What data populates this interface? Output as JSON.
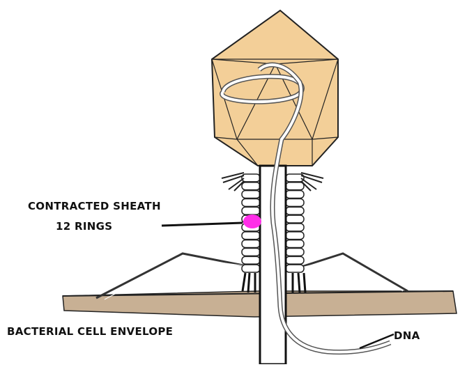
{
  "labels": {
    "sheath": "CONTRACTED SHEATH",
    "rings": "12 RINGS",
    "envelope": "BACTERIAL CELL ENVELOPE",
    "dna": "DNA"
  },
  "colors": {
    "capsid": "#f3cf98",
    "envelope": "#c8b094",
    "highlight": "#ff2ee8",
    "outline": "#222222",
    "dna": "#ffffff"
  },
  "sheath_ring_count": 12
}
